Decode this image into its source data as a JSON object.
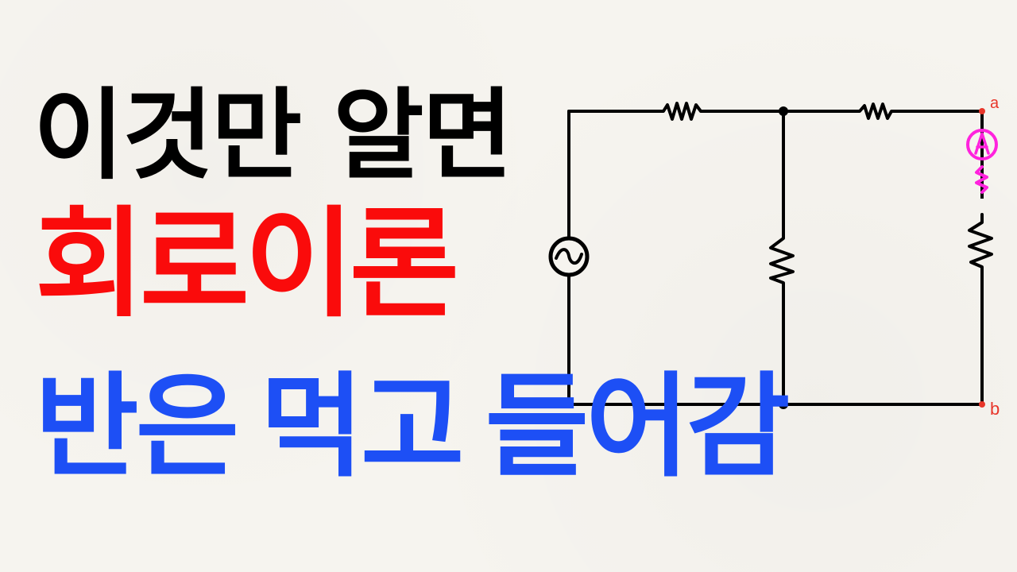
{
  "thumbnail": {
    "line1": {
      "text": "이것만 알면",
      "color": "#000000"
    },
    "line2": {
      "text": "회로이론",
      "color": "#fa0b0b"
    },
    "line3": {
      "words": [
        "반은",
        "먹고",
        "들어감"
      ],
      "color": "#1d4ff5"
    }
  },
  "diagram": {
    "type": "electrical circuit",
    "components": [
      {
        "kind": "ac-source",
        "symbol": "~",
        "position": "left branch"
      },
      {
        "kind": "resistor",
        "position": "top-left"
      },
      {
        "kind": "resistor",
        "position": "top-right"
      },
      {
        "kind": "resistor",
        "position": "middle branch"
      },
      {
        "kind": "resistor",
        "position": "right branch"
      },
      {
        "kind": "ammeter",
        "label": "A",
        "color": "#ff22dd",
        "position": "right branch top"
      }
    ],
    "nodes": [
      {
        "label": "a",
        "color": "#e8362a"
      },
      {
        "label": "b",
        "color": "#e8362a"
      }
    ],
    "wire_color": "#000000"
  }
}
